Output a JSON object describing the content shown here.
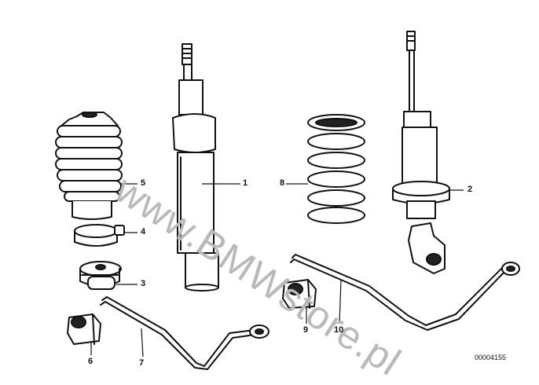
{
  "diagram": {
    "id": "00004155",
    "watermark": "www.BMWstore.pl",
    "callouts": [
      "1",
      "2",
      "3",
      "4",
      "5",
      "6",
      "7",
      "8",
      "9",
      "10"
    ]
  }
}
